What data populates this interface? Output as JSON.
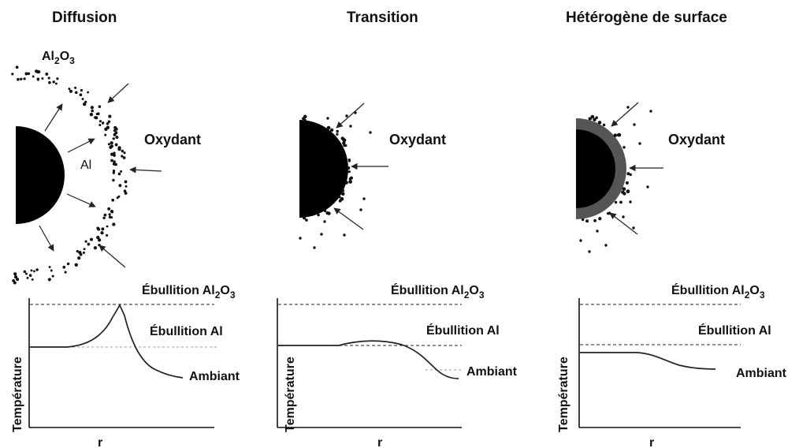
{
  "panels": [
    {
      "title": "Diffusion",
      "oxide_label": {
        "base": "Al",
        "sub1": "2",
        "mid": "O",
        "sub2": "3"
      },
      "core_label": "Al",
      "oxidizer_label": "Oxydant",
      "chart": {
        "boil_oxide": {
          "base": "Ébullition Al",
          "sub1": "2",
          "mid": "O",
          "sub2": "3"
        },
        "boil_metal": "Ébullition Al",
        "ambient": "Ambiant",
        "ylabel": "Température",
        "xlabel": "r"
      }
    },
    {
      "title": "Transition",
      "oxidizer_label": "Oxydant",
      "chart": {
        "boil_oxide": {
          "base": "Ébullition Al",
          "sub1": "2",
          "mid": "O",
          "sub2": "3"
        },
        "boil_metal": "Ébullition Al",
        "ambient": "Ambiant",
        "ylabel": "Température",
        "xlabel": "r"
      }
    },
    {
      "title": "Hétérogène de surface",
      "oxidizer_label": "Oxydant",
      "chart": {
        "boil_oxide": {
          "base": "Ébullition Al",
          "sub1": "2",
          "mid": "O",
          "sub2": "3"
        },
        "boil_metal": "Ébullition Al",
        "ambient": "Ambiant",
        "ylabel": "Température",
        "xlabel": "r"
      }
    }
  ]
}
